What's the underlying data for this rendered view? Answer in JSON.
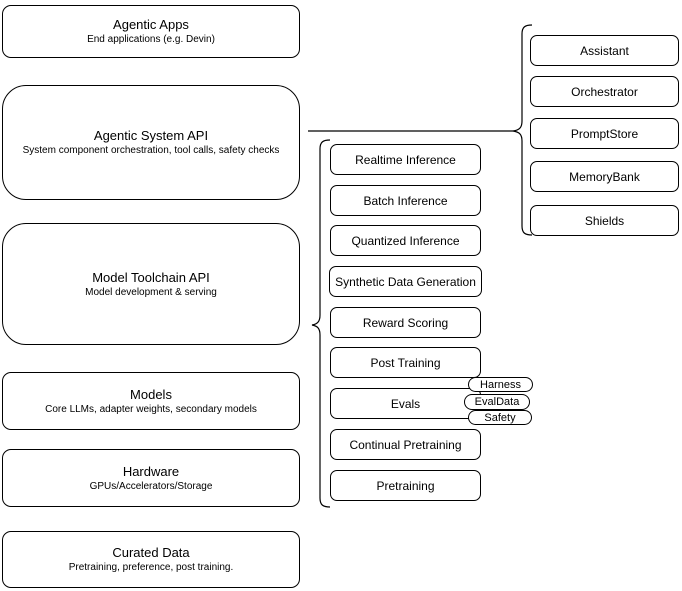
{
  "diagram": {
    "left_stack": [
      {
        "title": "Agentic Apps",
        "subtitle": "End applications (e.g. Devin)"
      },
      {
        "title": "Agentic System API",
        "subtitle": "System component orchestration, tool calls, safety checks"
      },
      {
        "title": "Model Toolchain API",
        "subtitle": "Model development & serving"
      },
      {
        "title": "Models",
        "subtitle": "Core LLMs, adapter weights, secondary models"
      },
      {
        "title": "Hardware",
        "subtitle": "GPUs/Accelerators/Storage"
      },
      {
        "title": "Curated Data",
        "subtitle": "Pretraining, preference, post training."
      }
    ],
    "toolchain_components": [
      {
        "label": "Realtime Inference"
      },
      {
        "label": "Batch Inference"
      },
      {
        "label": "Quantized Inference"
      },
      {
        "label": "Synthetic Data Generation"
      },
      {
        "label": "Reward Scoring"
      },
      {
        "label": "Post Training"
      },
      {
        "label": "Evals"
      },
      {
        "label": "Continual Pretraining"
      },
      {
        "label": "Pretraining"
      }
    ],
    "eval_tags": [
      {
        "label": "Harness"
      },
      {
        "label": "EvalData"
      },
      {
        "label": "Safety"
      }
    ],
    "system_components": [
      {
        "label": "Assistant"
      },
      {
        "label": "Orchestrator"
      },
      {
        "label": "PromptStore"
      },
      {
        "label": "MemoryBank"
      },
      {
        "label": "Shields"
      }
    ],
    "colors": {
      "stroke": "#000000",
      "fill": "#ffffff",
      "background": "#ffffff"
    }
  }
}
